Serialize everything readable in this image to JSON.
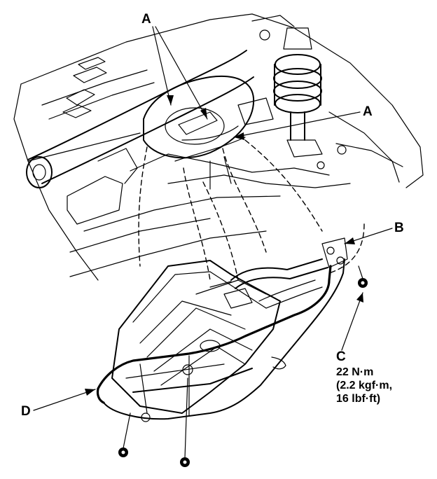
{
  "callouts": {
    "a_top": "A",
    "a_right": "A",
    "b": "B",
    "c": "C",
    "d": "D"
  },
  "torque_spec": {
    "line1": "22 N·m",
    "line2": "(2.2 kgf·m,",
    "line3": "16 lbf·ft)"
  }
}
